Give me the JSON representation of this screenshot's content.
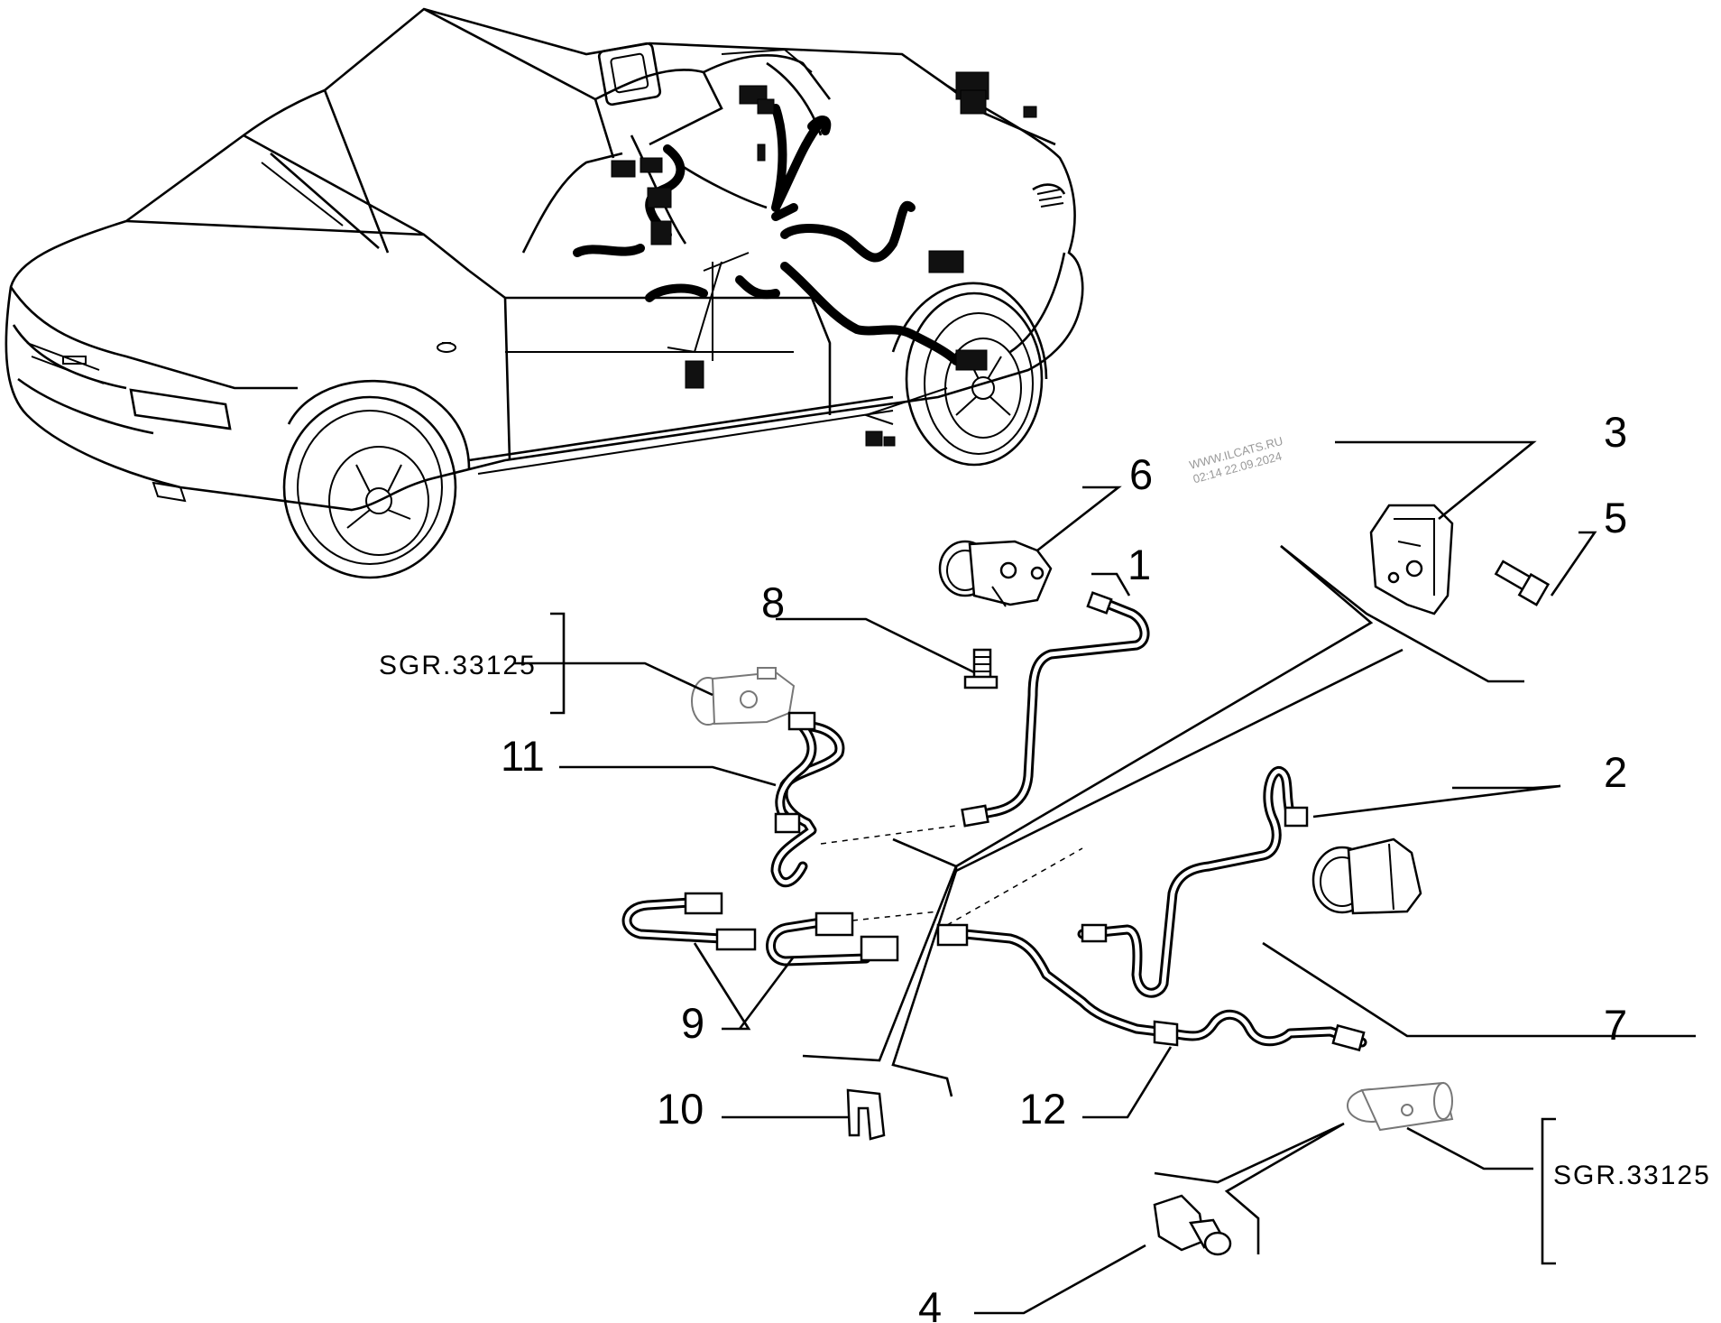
{
  "callouts": [
    {
      "id": "1",
      "label": "1"
    },
    {
      "id": "2",
      "label": "2"
    },
    {
      "id": "3",
      "label": "3"
    },
    {
      "id": "4",
      "label": "4"
    },
    {
      "id": "5",
      "label": "5"
    },
    {
      "id": "6",
      "label": "6"
    },
    {
      "id": "7",
      "label": "7"
    },
    {
      "id": "8",
      "label": "8"
    },
    {
      "id": "9",
      "label": "9"
    },
    {
      "id": "10",
      "label": "10"
    },
    {
      "id": "11",
      "label": "11"
    },
    {
      "id": "12",
      "label": "12"
    }
  ],
  "references": {
    "front": "SGR.33125",
    "rear": "SGR.33125"
  },
  "watermark": {
    "line1": "WWW.ILCATS.RU",
    "line2": "02:14 22.09.2024"
  }
}
